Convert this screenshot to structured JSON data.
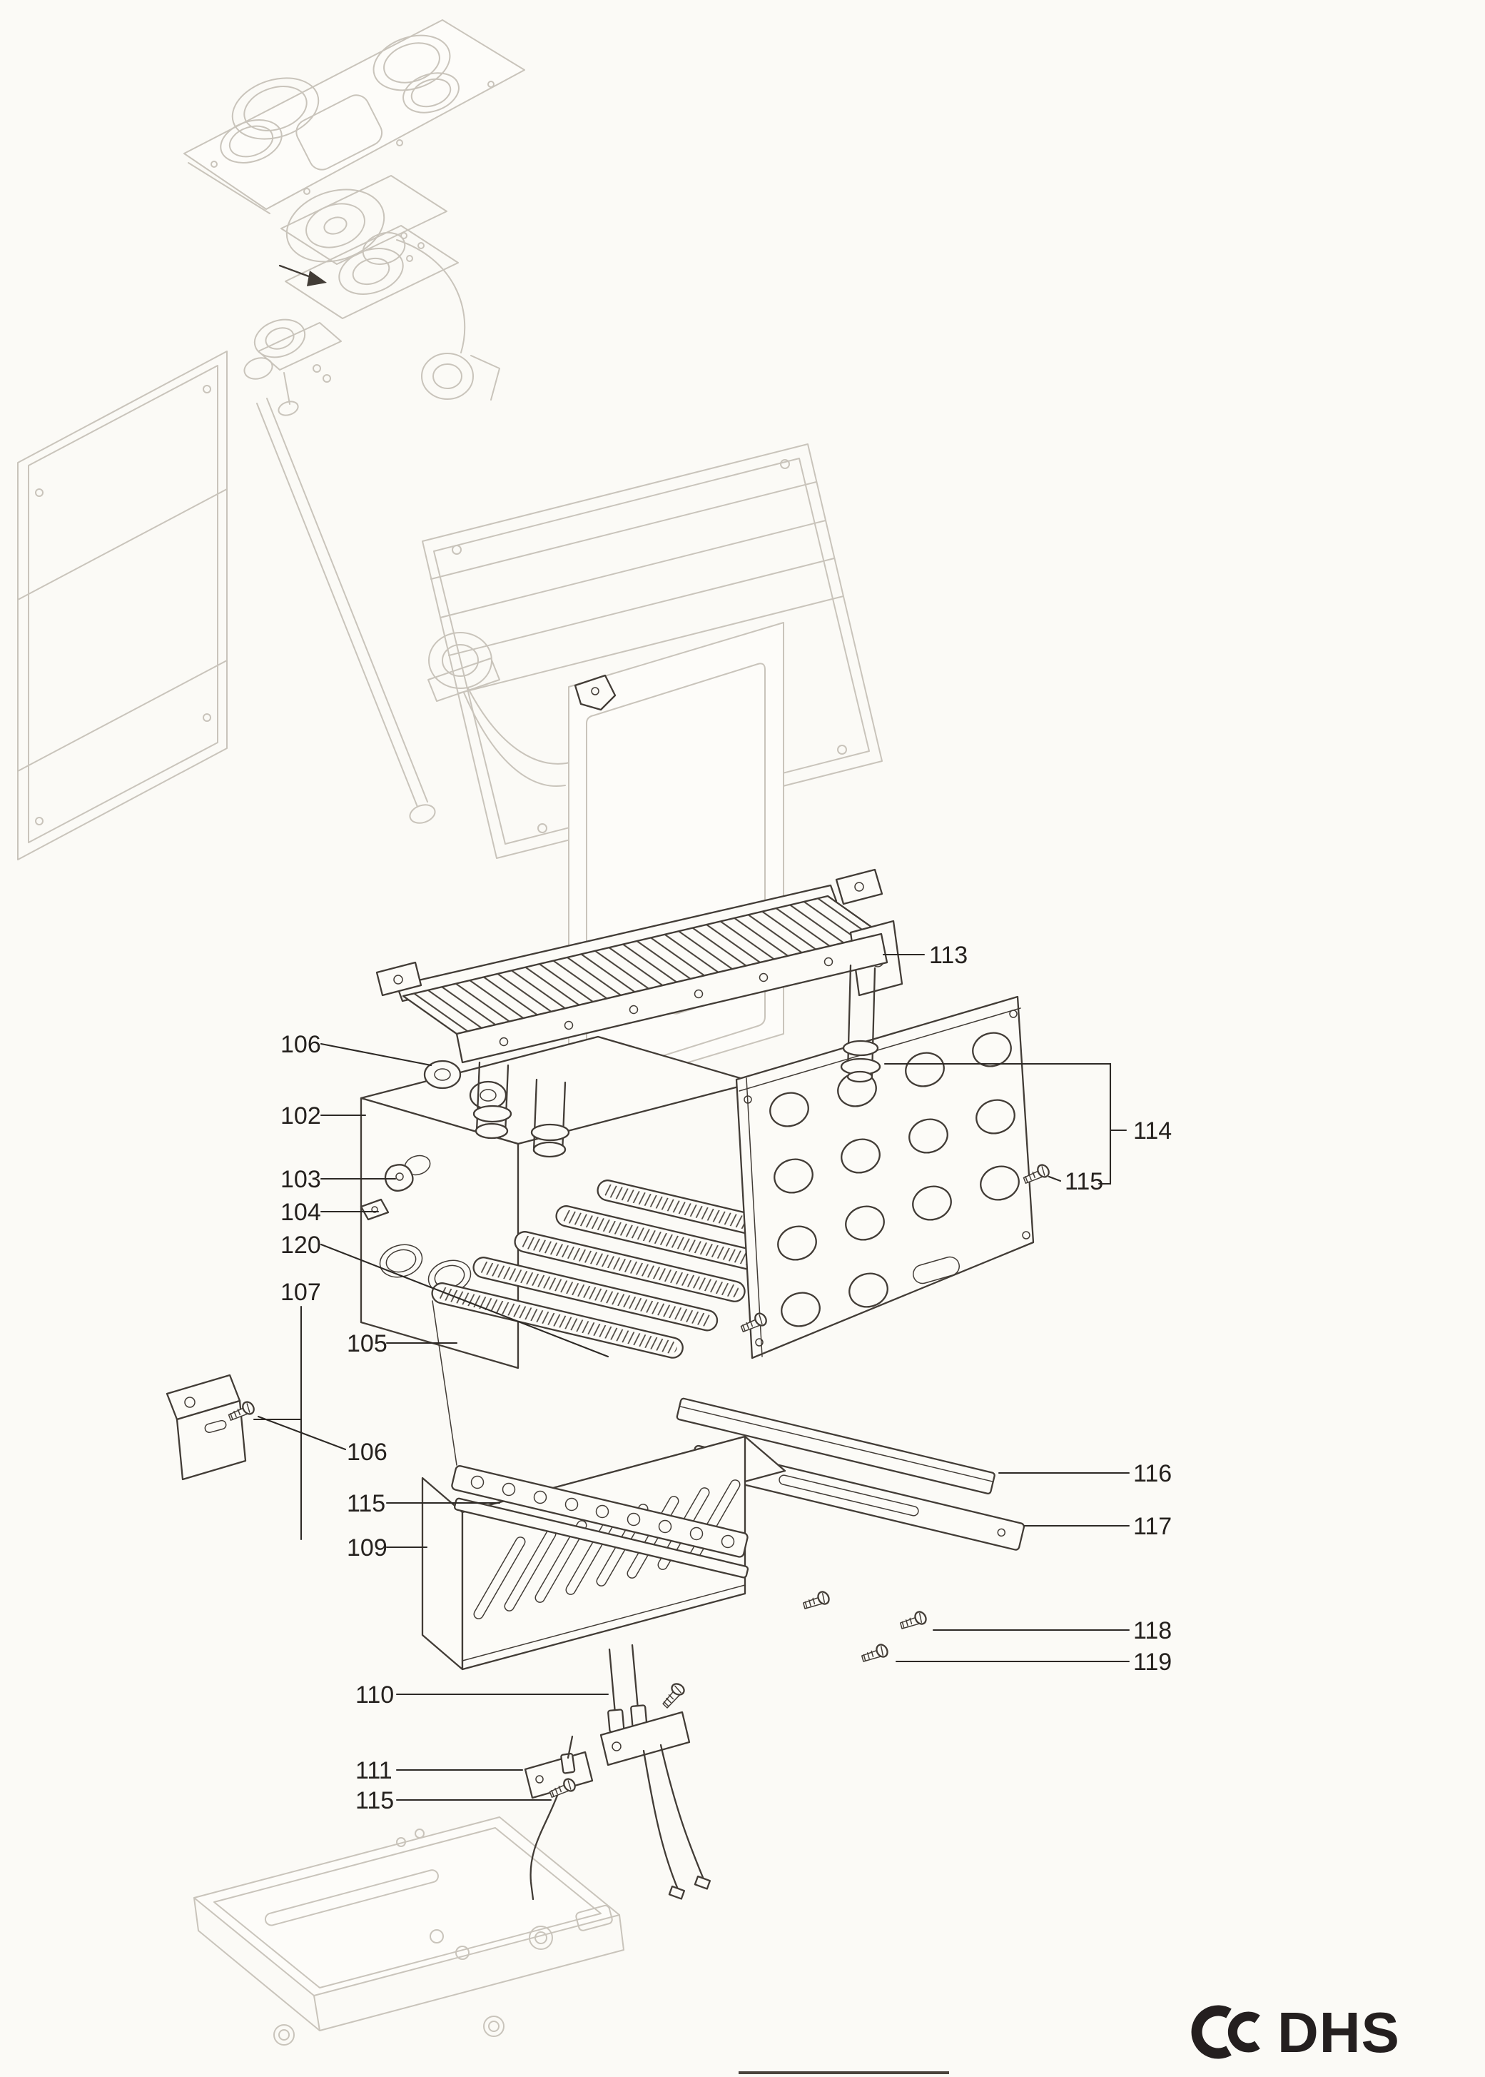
{
  "diagram": {
    "description": "Exploded isometric parts diagram of a gas boiler",
    "callouts": [
      {
        "ref": "113"
      },
      {
        "ref": "106"
      },
      {
        "ref": "102"
      },
      {
        "ref": "103"
      },
      {
        "ref": "104"
      },
      {
        "ref": "120"
      },
      {
        "ref": "107"
      },
      {
        "ref": "105"
      },
      {
        "ref": "106"
      },
      {
        "ref": "115"
      },
      {
        "ref": "109"
      },
      {
        "ref": "114"
      },
      {
        "ref": "115"
      },
      {
        "ref": "116"
      },
      {
        "ref": "117"
      },
      {
        "ref": "118"
      },
      {
        "ref": "119"
      },
      {
        "ref": "110"
      },
      {
        "ref": "111"
      },
      {
        "ref": "115"
      }
    ]
  },
  "logo": {
    "text": "DHS",
    "icon_name": "dhs-double-crescent-icon"
  },
  "colors": {
    "paper": "#fbfaf6",
    "ink": "#423c36",
    "faint": "#c9c4bb",
    "label": "#25211e",
    "logo": "#241f1f"
  }
}
